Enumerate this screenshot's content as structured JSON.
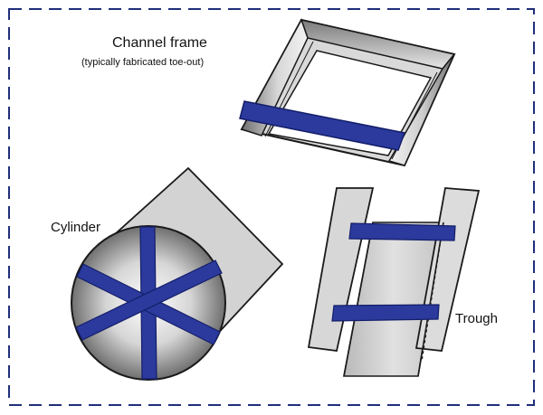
{
  "labels": {
    "channel_frame": "Channel frame",
    "channel_frame_note": "(typically fabricated toe-out)",
    "cylinder": "Cylinder",
    "trough": "Trough"
  },
  "colors": {
    "band": "#2b3a9c",
    "band_stroke": "#141e6a",
    "metal_light": "#ececec",
    "metal_mid": "#bdbdbd",
    "metal_dark": "#777777",
    "outline": "#1a1a1a",
    "border_dash": "#1f2f7a"
  },
  "icons": {
    "channel_frame": "rectangular-channel-frame-with-band",
    "cylinder": "cylinder-with-crossed-bands",
    "trough": "trough-with-two-bands"
  }
}
